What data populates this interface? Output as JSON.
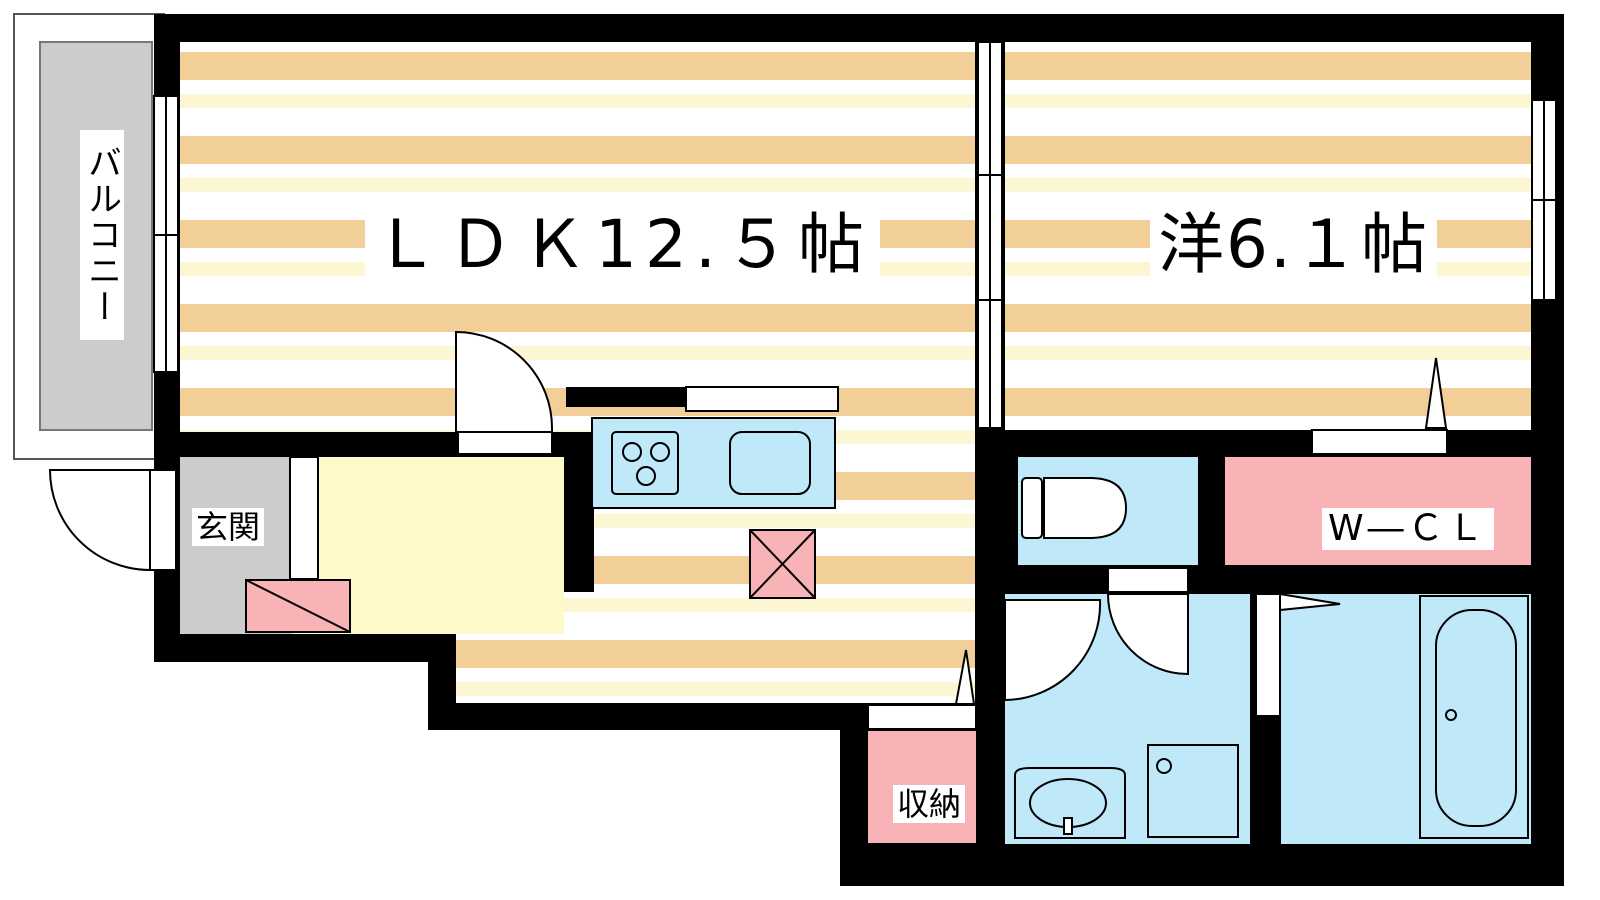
{
  "floorplan": {
    "rooms": {
      "ldk": "ＬＤＫ12.５帖",
      "western": "洋6.１帖",
      "entrance": "玄関",
      "storage": "収納",
      "walk_in_closet": "W―ＣＬ",
      "balcony": "バルコニー"
    },
    "colors": {
      "wall": "#000000",
      "floor_stripe": "#f2cf98",
      "floor_light": "#fdf6d2",
      "entrance_floor": "#cccccc",
      "wet_area": "#bfe8f8",
      "closet": "#f7b3b5",
      "hallway": "#fef9c9"
    }
  }
}
